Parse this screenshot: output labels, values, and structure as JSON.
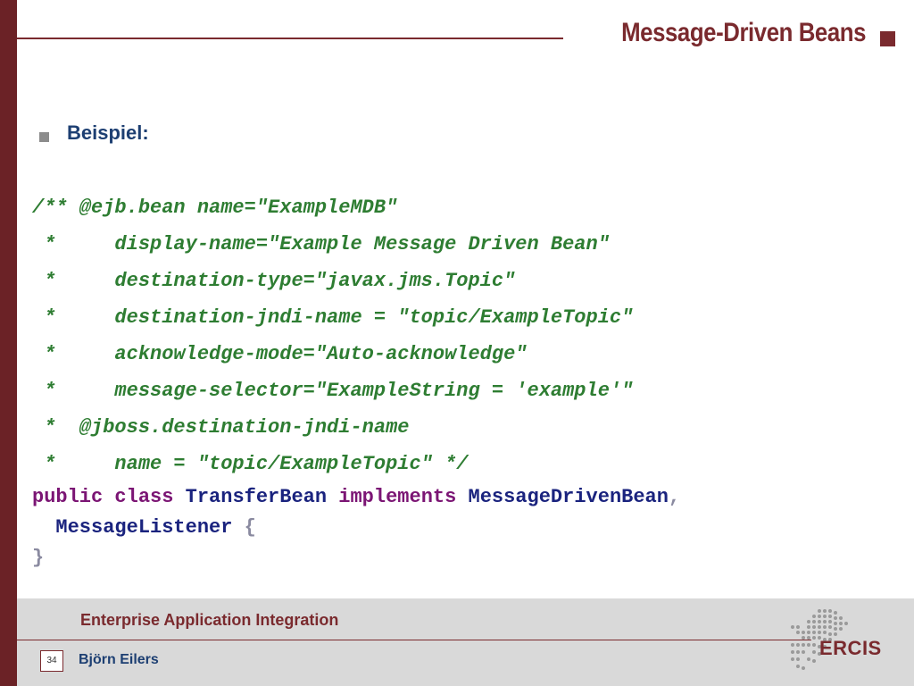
{
  "header": {
    "title": "Message-Driven Beans"
  },
  "content": {
    "bullet_label": "Beispiel:",
    "comment_lines": [
      "/** @ejb.bean name=\"ExampleMDB\"",
      " *     display-name=\"Example Message Driven Bean\"",
      " *     destination-type=\"javax.jms.Topic\"",
      " *     destination-jndi-name = \"topic/ExampleTopic\"",
      " *     acknowledge-mode=\"Auto-acknowledge\"",
      " *     message-selector=\"ExampleString = 'example'\"",
      " *  @jboss.destination-jndi-name",
      " *     name = \"topic/ExampleTopic\" */"
    ],
    "declaration": {
      "kw_public": "public",
      "kw_class": "class",
      "class_name": "TransferBean",
      "kw_implements": "implements",
      "interface_1": "MessageDrivenBean",
      "comma": ",",
      "interface_2": "MessageListener",
      "open_brace": "{",
      "close_brace": "}"
    }
  },
  "footer": {
    "course_title": "Enterprise Application Integration",
    "page_number": "34",
    "author": "Björn Eilers",
    "logo_text": "ERCIS"
  },
  "colors": {
    "accent": "#7a2a2e",
    "navy": "#1d3f72",
    "comment": "#2e7d32",
    "keyword": "#7b1574"
  }
}
